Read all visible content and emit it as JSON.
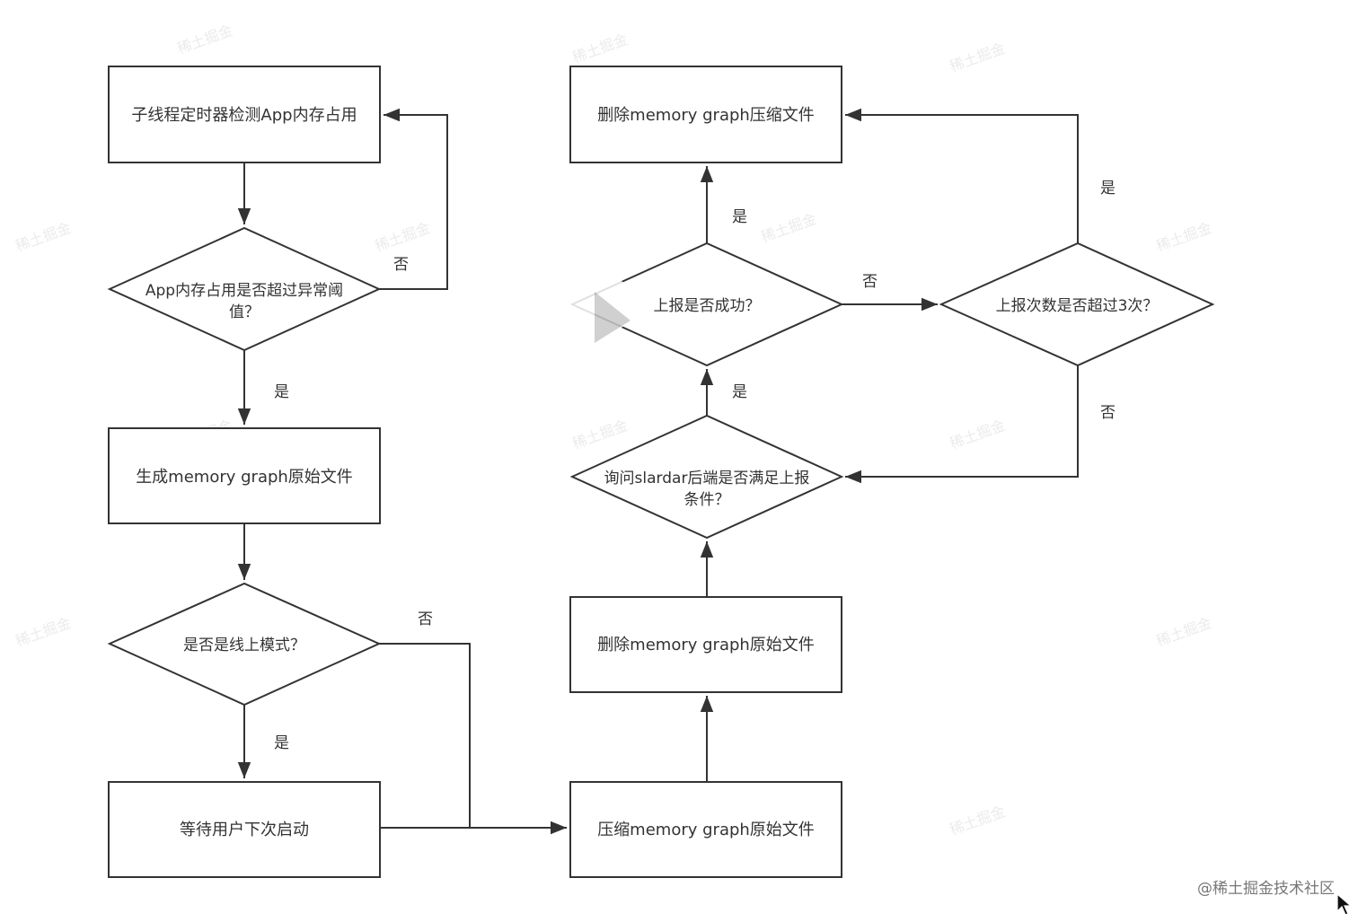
{
  "nodes": {
    "timer_check": "子线程定时器检测App内存占用",
    "mem_exceed_line1": "App内存占用是否超过异常阈",
    "mem_exceed_line2": "值？",
    "generate_graph": "生成memory graph原始文件",
    "online_mode": "是否是线上模式？",
    "wait_next_launch": "等待用户下次启动",
    "compress_graph": "压缩memory graph原始文件",
    "delete_raw": "删除memory graph原始文件",
    "ask_slardar_line1": "询问slardar后端是否满足上报",
    "ask_slardar_line2": "条件？",
    "upload_success": "上报是否成功？",
    "retry_exceed": "上报次数是否超过3次？",
    "delete_compressed": "删除memory graph压缩文件"
  },
  "edges": {
    "yes": "是",
    "no": "否"
  },
  "watermark": "@稀土掘金技术社区",
  "colors": {
    "stroke": "#333333",
    "text": "#333333",
    "background": "#ffffff",
    "play_icon": "#c8c8c8"
  },
  "icons": [
    "play-icon",
    "cursor-icon"
  ]
}
